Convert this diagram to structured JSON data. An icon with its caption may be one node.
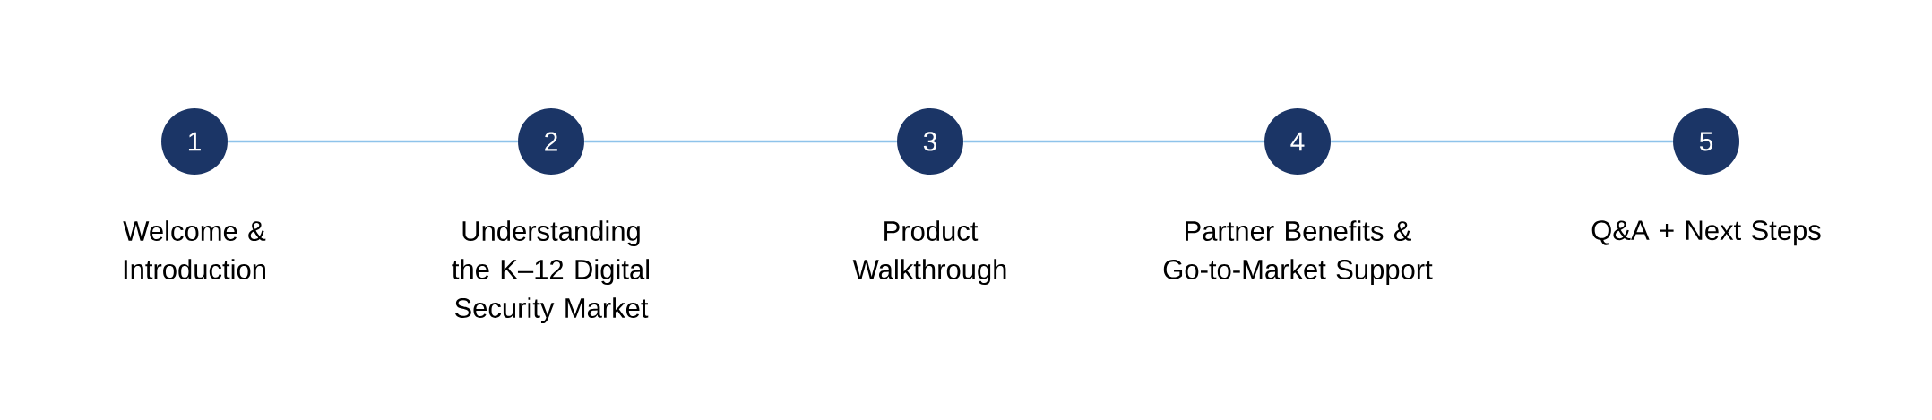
{
  "diagram": {
    "nodes": [
      {
        "text": [
          "1"
        ],
        "beside": [
          "Welcome & Introduction"
        ]
      },
      {
        "text": [
          "2"
        ],
        "beside": [
          "Understanding the K–12 Digital Security Market"
        ]
      },
      {
        "text": [
          "3"
        ],
        "beside": [
          "Product Walkthrough"
        ]
      },
      {
        "text": [
          "4"
        ],
        "beside": [
          "Partner Benefits & Go-to-Market Support"
        ]
      },
      {
        "text": [
          "5"
        ],
        "beside": [
          "Q&A + Next Steps"
        ]
      }
    ],
    "edges": [
      {
        "from": 0,
        "to": 1,
        "arrow": "none",
        "color": "#8ec3ea"
      },
      {
        "from": 1,
        "to": 2,
        "arrow": "none",
        "color": "#8ec3ea"
      },
      {
        "from": 2,
        "to": 3,
        "arrow": "none",
        "color": "#8ec3ea"
      },
      {
        "from": 3,
        "to": 4,
        "arrow": "none",
        "color": "#8ec3ea"
      }
    ]
  }
}
